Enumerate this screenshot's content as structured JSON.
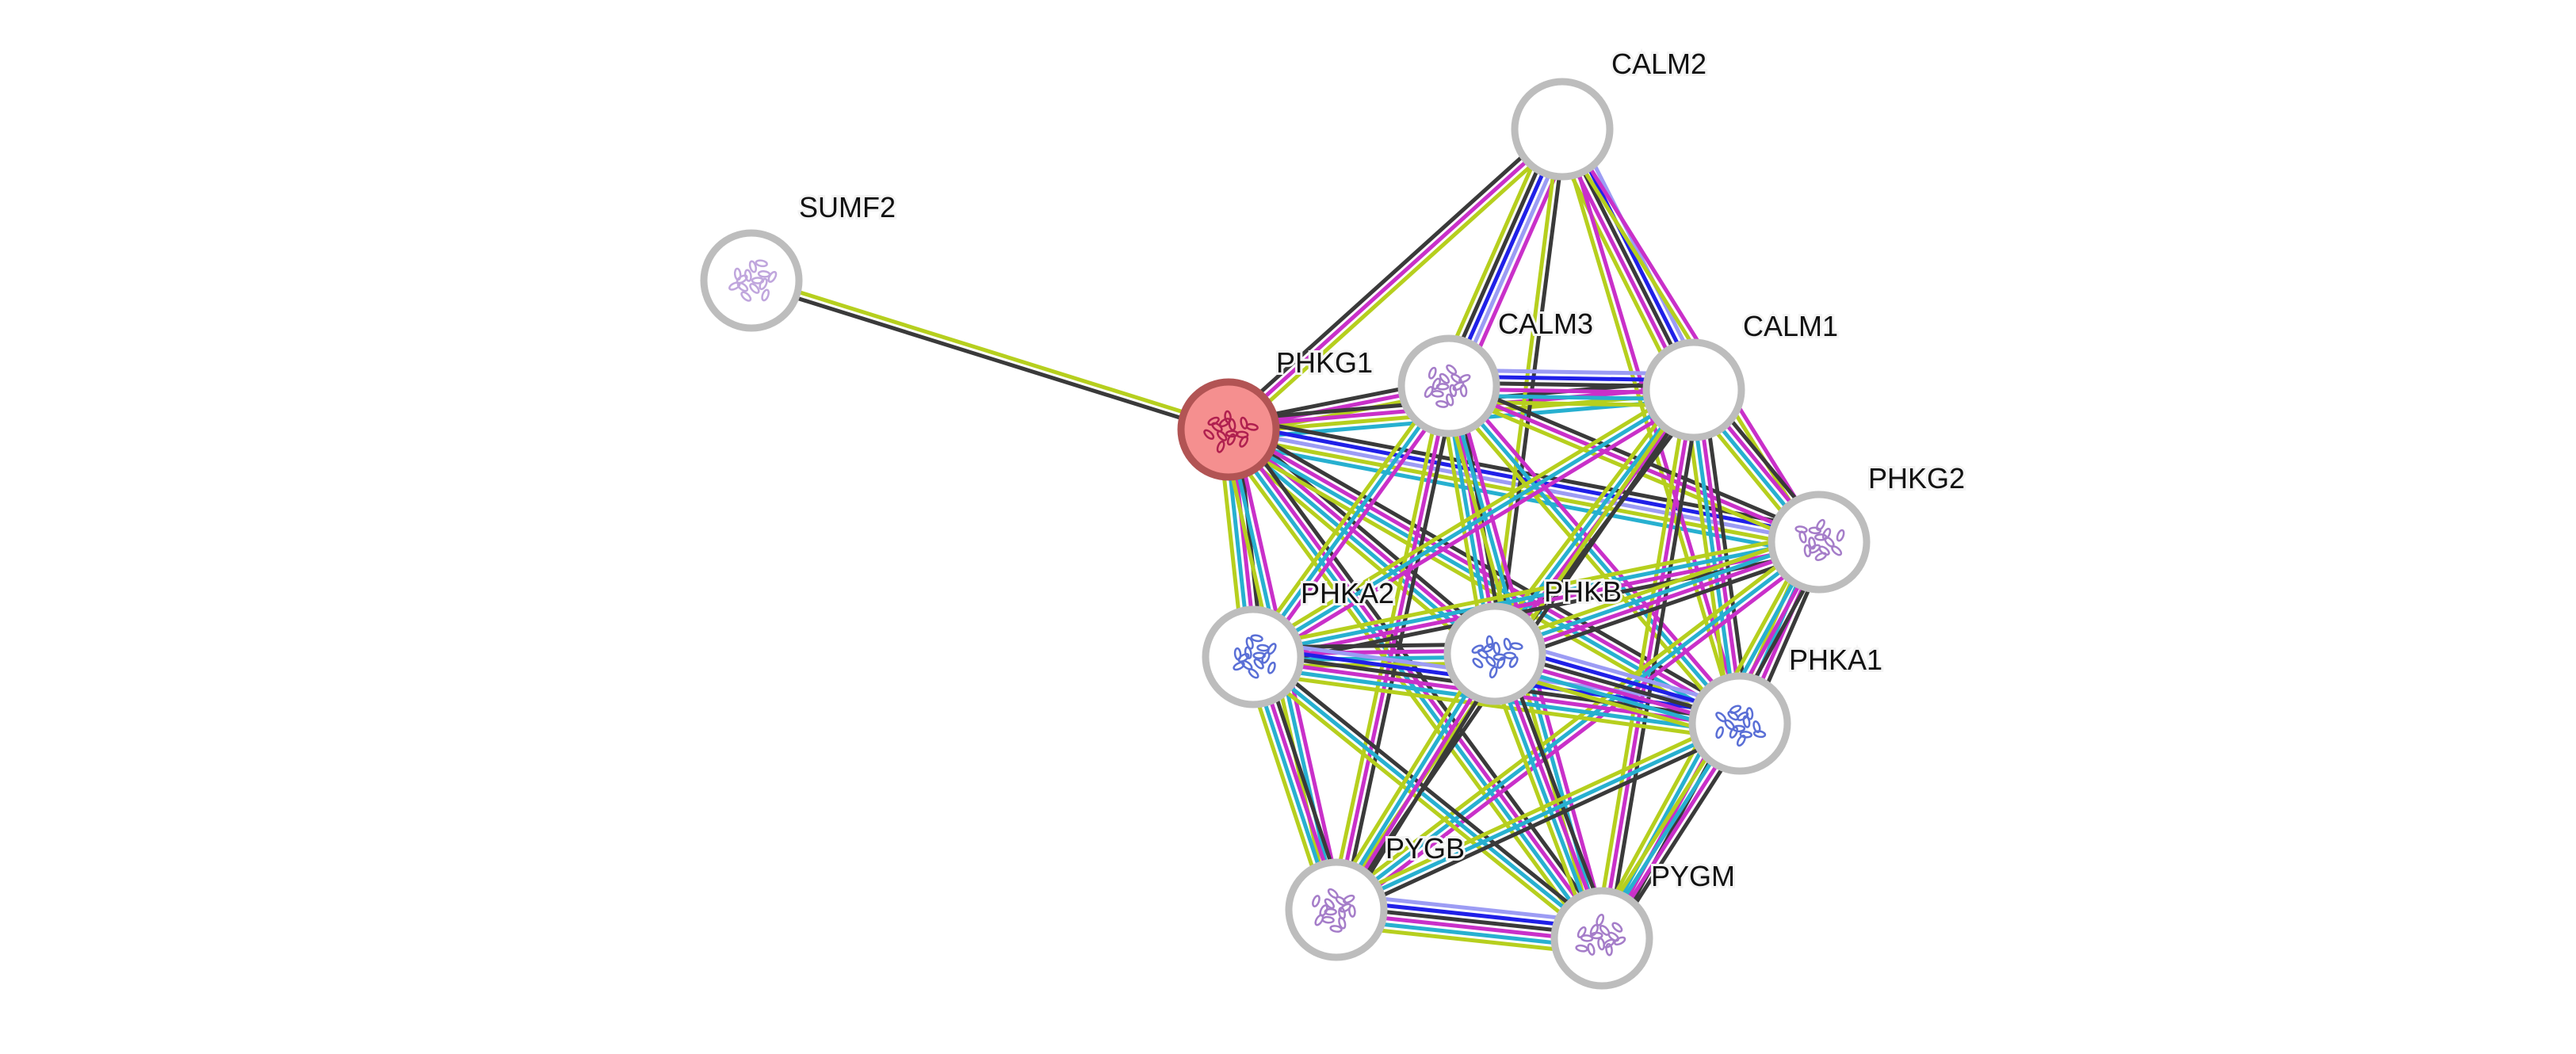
{
  "network": {
    "query_protein": "PHKG1",
    "nodes": [
      {
        "id": "SUMF2",
        "label": "SUMF2",
        "structure": "purple-light"
      },
      {
        "id": "PHKG1",
        "label": "PHKG1",
        "structure": "query"
      },
      {
        "id": "CALM2",
        "label": "CALM2",
        "structure": "none"
      },
      {
        "id": "CALM3",
        "label": "CALM3",
        "structure": "purple"
      },
      {
        "id": "CALM1",
        "label": "CALM1",
        "structure": "none"
      },
      {
        "id": "PHKG2",
        "label": "PHKG2",
        "structure": "purple"
      },
      {
        "id": "PHKA2",
        "label": "PHKA2",
        "structure": "blue"
      },
      {
        "id": "PHKB",
        "label": "PHKB",
        "structure": "blue"
      },
      {
        "id": "PHKA1",
        "label": "PHKA1",
        "structure": "blue"
      },
      {
        "id": "PYGB",
        "label": "PYGB",
        "structure": "purple"
      },
      {
        "id": "PYGM",
        "label": "PYGM",
        "structure": "purple"
      }
    ],
    "edge_colors": {
      "k": "#3a3a3a",
      "m": "#c930c9",
      "t": "#b6cf1e",
      "d": "#27b0d0",
      "b": "#2020e8",
      "h": "#9c9cf4"
    },
    "query_color": "#f58f8f",
    "edges": [
      [
        "SUMF2",
        "PHKG1",
        "tk"
      ],
      [
        "PHKG1",
        "CALM2",
        "kmt"
      ],
      [
        "PHKG1",
        "CALM3",
        "kmt"
      ],
      [
        "PHKG1",
        "CALM1",
        "kmtd"
      ],
      [
        "PHKG1",
        "PHKG2",
        "kbhtd"
      ],
      [
        "PHKG1",
        "PHKA2",
        "kmdt"
      ],
      [
        "PHKG1",
        "PHKB",
        "kmdt"
      ],
      [
        "PHKG1",
        "PHKA1",
        "kmdt"
      ],
      [
        "PHKG1",
        "PYGB",
        "mdt"
      ],
      [
        "PHKG1",
        "PYGM",
        "kmdt"
      ],
      [
        "CALM2",
        "CALM3",
        "mhbkt"
      ],
      [
        "CALM2",
        "CALM1",
        "hbkmt"
      ],
      [
        "CALM2",
        "PHKG2",
        "mt"
      ],
      [
        "CALM2",
        "PHKB",
        "kt"
      ],
      [
        "CALM2",
        "PHKA1",
        "mt"
      ],
      [
        "CALM3",
        "CALM1",
        "hbkmdt"
      ],
      [
        "CALM3",
        "PHKG2",
        "kmt"
      ],
      [
        "CALM3",
        "PHKA2",
        "mdt"
      ],
      [
        "CALM3",
        "PHKB",
        "kmdt"
      ],
      [
        "CALM3",
        "PHKA1",
        "mdt"
      ],
      [
        "CALM3",
        "PYGB",
        "kmt"
      ],
      [
        "CALM3",
        "PYGM",
        "mdt"
      ],
      [
        "CALM1",
        "PHKG2",
        "kmdt"
      ],
      [
        "CALM1",
        "PHKA2",
        "mdt"
      ],
      [
        "CALM1",
        "PHKB",
        "kmdt"
      ],
      [
        "CALM1",
        "PHKA1",
        "kmdt"
      ],
      [
        "CALM1",
        "PYGB",
        "kt"
      ],
      [
        "CALM1",
        "PYGM",
        "kmt"
      ],
      [
        "PHKG2",
        "PHKA2",
        "kmdt"
      ],
      [
        "PHKG2",
        "PHKB",
        "kmdt"
      ],
      [
        "PHKG2",
        "PHKA1",
        "kmdt"
      ],
      [
        "PHKG2",
        "PYGB",
        "mdt"
      ],
      [
        "PHKG2",
        "PYGM",
        "kmdt"
      ],
      [
        "PHKA2",
        "PHKB",
        "kmdt"
      ],
      [
        "PHKA2",
        "PHKA1",
        "hbkmdt"
      ],
      [
        "PHKA2",
        "PYGB",
        "kmdt"
      ],
      [
        "PHKA2",
        "PYGM",
        "kdt"
      ],
      [
        "PHKB",
        "PHKA1",
        "hbkmdt"
      ],
      [
        "PHKB",
        "PYGB",
        "kmdt"
      ],
      [
        "PHKB",
        "PYGM",
        "kmdt"
      ],
      [
        "PHKA1",
        "PYGB",
        "kdt"
      ],
      [
        "PHKA1",
        "PYGM",
        "kmdt"
      ],
      [
        "PYGB",
        "PYGM",
        "hbkmdt"
      ]
    ]
  }
}
